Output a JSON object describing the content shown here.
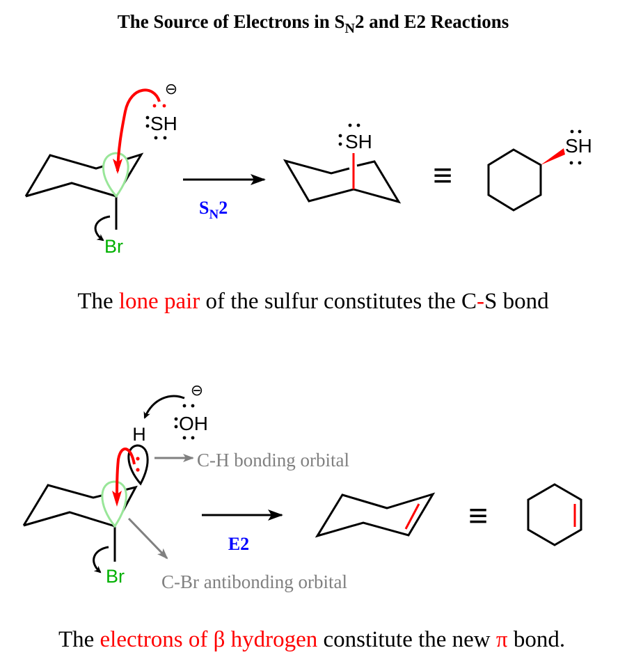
{
  "title": {
    "part1": "The Source of Electrons in S",
    "sub": "N",
    "part2": "2 and E2 Reactions"
  },
  "colors": {
    "accent_red": "#ff0000",
    "reagent_blue": "#0000ff",
    "leaving_group_green": "#00b000",
    "orbital_green": "#99e699",
    "annotation_gray": "#808080"
  },
  "sn2": {
    "nucleophile": "SH",
    "charge_symbol": "⊖",
    "leaving_group": "Br",
    "reagent_label": {
      "main": "S",
      "sub": "N",
      "tail": "2"
    },
    "product_group": "SH",
    "equivalence": "≡",
    "caption": {
      "pre": "The ",
      "highlight": "lone pair",
      "mid": " of the sulfur constitutes the C",
      "dash": "-",
      "post": "S bond"
    }
  },
  "e2": {
    "base": "OH",
    "charge_symbol": "⊖",
    "beta_hydrogen": "H",
    "leaving_group": "Br",
    "reagent_label": "E2",
    "equivalence": "≡",
    "annotation_ch": "C-H bonding orbital",
    "annotation_cbr": "C-Br antibonding orbital",
    "caption": {
      "pre": "The ",
      "highlight1": "electrons of β hydrogen",
      "mid": " constitute the new ",
      "highlight2": "π",
      "post": " bond."
    }
  }
}
